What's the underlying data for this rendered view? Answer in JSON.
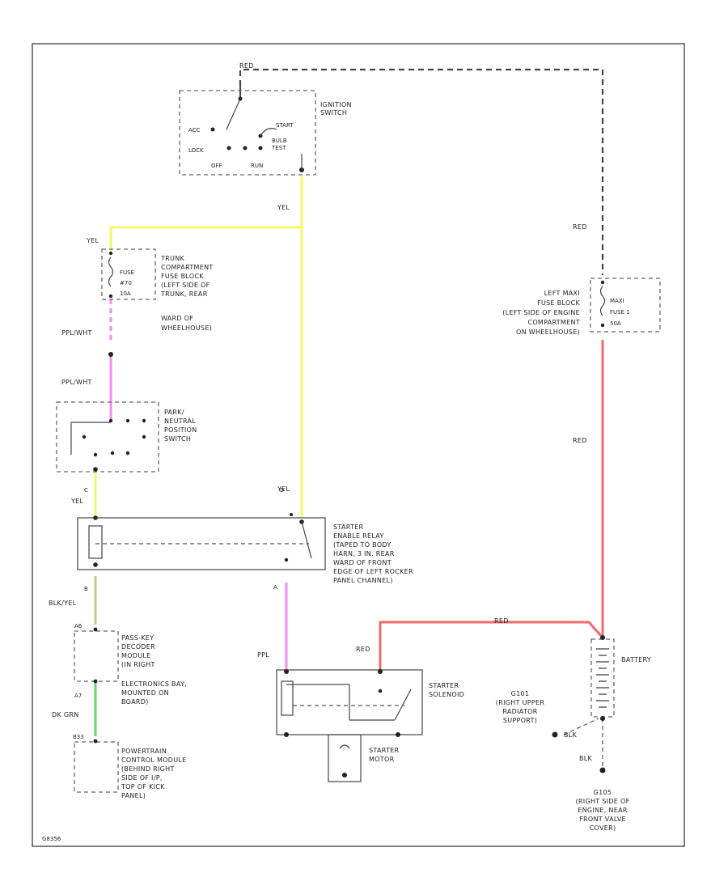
{
  "colors": {
    "yellow": "#f5f76a",
    "red": "#f06a6a",
    "pink": "#f08ef0",
    "green": "#66d466",
    "olive": "#c9c98a",
    "wire": "#444444",
    "border": "#555555"
  },
  "components": {
    "ignition_switch": {
      "line1": "IGNITION",
      "line2": "SWITCH",
      "acc": "ACC",
      "lock": "LOCK",
      "off": "OFF",
      "run": "RUN",
      "start": "START",
      "bulb1": "BULB",
      "bulb2": "TEST"
    },
    "trunk_fuse": {
      "fuse1": "FUSE",
      "fuse2": "#70",
      "fuse3": "10A",
      "line1": "TRUNK",
      "line2": "COMPARTMENT",
      "line3": "FUSE BLOCK",
      "line4": "(LEFT SIDE OF",
      "line5": "TRUNK, REAR",
      "line6": "WARD OF",
      "line7": "WHEELHOUSE)"
    },
    "maxi_fuse": {
      "line1": "LEFT MAXI",
      "line2": "FUSE BLOCK",
      "line3": "(LEFT SIDE OF ENGINE",
      "line4": "COMPARTMENT",
      "line5": "ON WHEELHOUSE)",
      "fuse1": "MAXI",
      "fuse2": "FUSE 1",
      "fuse3": "50A"
    },
    "pnp_switch": {
      "line1": "PARK/",
      "line2": "NEUTRAL",
      "line3": "POSITION",
      "line4": "SWITCH"
    },
    "relay": {
      "line1": "STARTER",
      "line2": "ENABLE RELAY",
      "line3": "(TAPED TO BODY",
      "line4": "HARN, 3 IN. REAR",
      "line5": "WARD OF FRONT",
      "line6": "EDGE OF LEFT ROCKER",
      "line7": "PANEL CHANNEL)"
    },
    "passkey": {
      "line1": "PASS-KEY",
      "line2": "DECODER",
      "line3": "MODULE",
      "line4": "(IN RIGHT",
      "line5": "ELECTRONICS BAY,",
      "line6": "MOUNTED ON",
      "line7": "BOARD)"
    },
    "pcm": {
      "line1": "POWERTRAIN",
      "line2": "CONTROL MODULE",
      "line3": "(BEHIND RIGHT",
      "line4": "SIDE OF I/P,",
      "line5": "TOP OF KICK",
      "line6": "PANEL)"
    },
    "solenoid": {
      "line1": "STARTER",
      "line2": "SOLENOID"
    },
    "motor": {
      "line1": "STARTER",
      "line2": "MOTOR"
    },
    "battery": {
      "label": "BATTERY"
    },
    "ground_g101": {
      "line1": "G101",
      "line2": "(RIGHT UPPER",
      "line3": "RADIATOR",
      "line4": "SUPPORT)"
    },
    "ground_g105": {
      "line1": "G105",
      "line2": "(RIGHT SIDE OF",
      "line3": "ENGINE, NEAR",
      "line4": "FRONT VALVE",
      "line5": "COVER)"
    }
  },
  "wires": {
    "top": "RED",
    "right_upper": "RED",
    "right_lower": "RED",
    "battery_to_solenoid": "RED",
    "solenoid_red": "RED",
    "ign_out": "YEL",
    "fuse_in": "YEL",
    "fuse_out": "PPL/WHT",
    "pnp_in": "PPL/WHT",
    "pnp_out": "YEL",
    "relay_in": "YEL",
    "relay_out": "PPL",
    "relay_to_passkey": "BLK/YEL",
    "passkey_to_pcm": "DK GRN",
    "ground": "BLK",
    "g101": "BLK"
  },
  "pins": {
    "pnp_c": "C",
    "relay_a": "A",
    "relay_d": "D",
    "relay_b": "B",
    "passkey_a": "A6",
    "passkey_b": "A7",
    "pcm": "B33"
  },
  "footer": {
    "code": "G8356"
  }
}
